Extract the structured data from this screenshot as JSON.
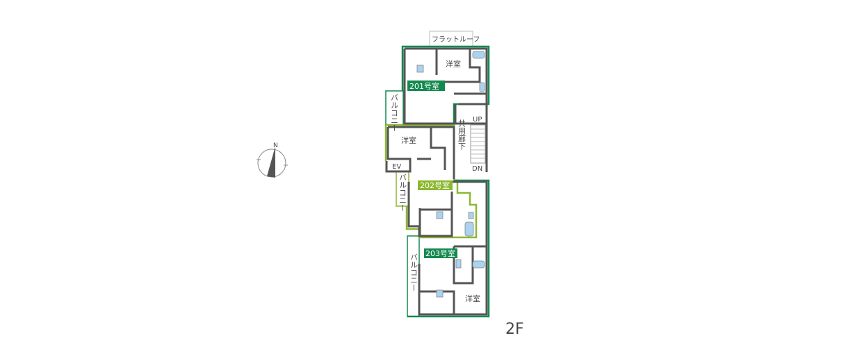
{
  "floor_label": "2F",
  "compass": {
    "label": "N"
  },
  "colors": {
    "unit_dark": "#13894f",
    "unit_light": "#8cb830",
    "wall": "#555555",
    "fixture": "#a9d3ee"
  },
  "labels": {
    "flat_roof": "フラットルーフ",
    "corridor": "共用廊下",
    "up": "UP",
    "dn": "DN",
    "ev": "EV",
    "balcony": "バルコニー",
    "western_room": "洋室"
  },
  "units": [
    {
      "name": "201号室",
      "color": "#13894f"
    },
    {
      "name": "202号室",
      "color": "#8cb830"
    },
    {
      "name": "203号室",
      "color": "#13894f"
    }
  ]
}
